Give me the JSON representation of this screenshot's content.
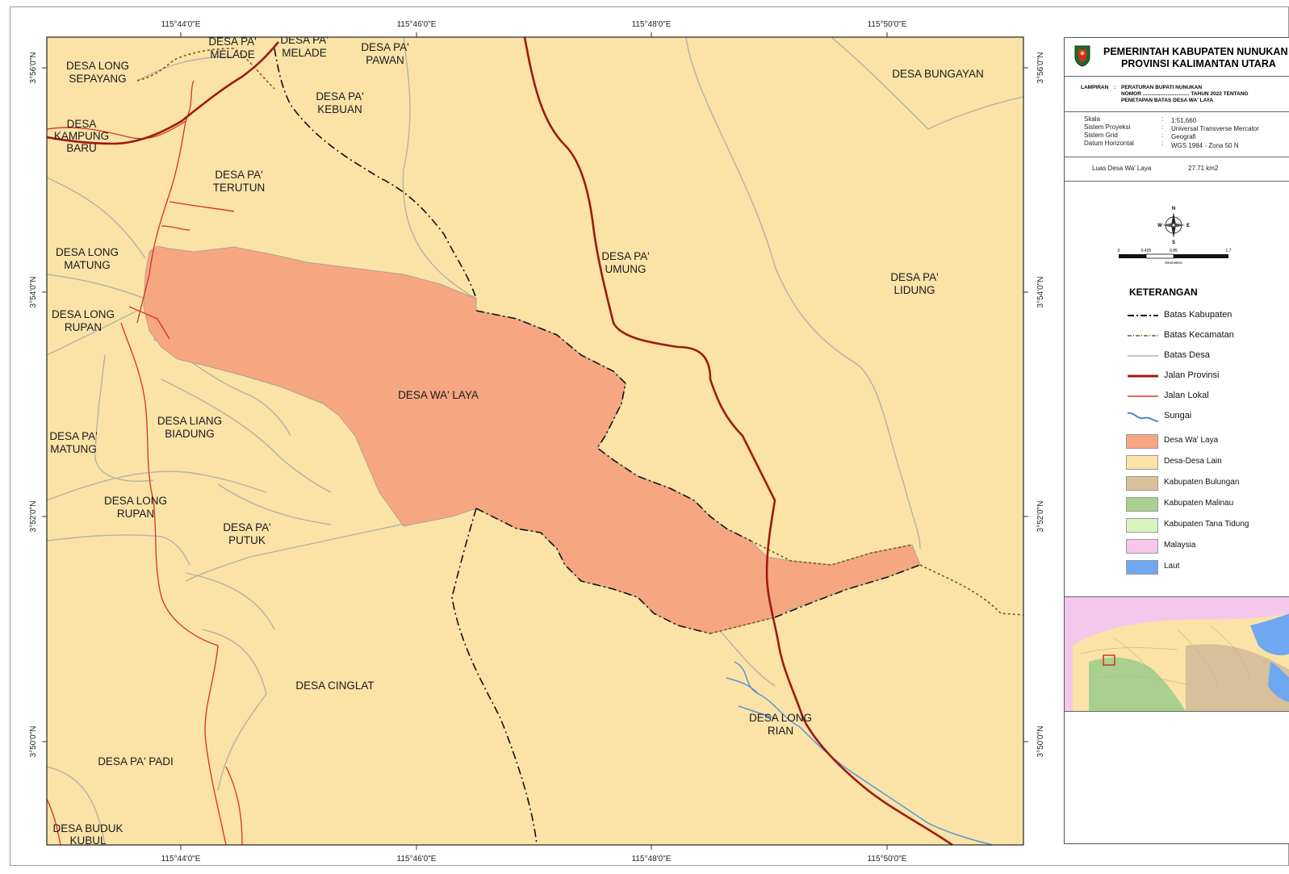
{
  "map": {
    "coords_top": [
      "115°44'0\"E",
      "115°46'0\"E",
      "115°48'0\"E",
      "115°50'0\"E"
    ],
    "coords_bottom": [
      "115°44'0\"E",
      "115°46'0\"E",
      "115°48'0\"E",
      "115°50'0\"E"
    ],
    "coords_left": [
      "3°56'0\"N",
      "3°54'0\"N",
      "3°52'0\"N",
      "3°50'0\"N"
    ],
    "coords_right": [
      "3°56'0\"N",
      "3°54'0\"N",
      "3°52'0\"N",
      "3°50'0\"N"
    ],
    "village_labels": [
      [
        "DESA LONG",
        "SEPAYANG"
      ],
      [
        "DESA PA'",
        "MELADE"
      ],
      [
        "DESA PA'",
        "MELADE"
      ],
      [
        "DESA PA'",
        "PAWAN"
      ],
      [
        "DESA PA'",
        "KEBUAN"
      ],
      [
        "DESA BUNGAYAN"
      ],
      [
        "DESA",
        "KAMPUNG",
        "BARU"
      ],
      [
        "DESA PA'",
        "TERUTUN"
      ],
      [
        "DESA LONG",
        "MATUNG"
      ],
      [
        "DESA PA'",
        "UMUNG"
      ],
      [
        "DESA PA'",
        "LIDUNG"
      ],
      [
        "DESA LONG",
        "RUPAN"
      ],
      [
        "DESA WA' LAYA"
      ],
      [
        "DESA LIANG",
        "BIADUNG"
      ],
      [
        "DESA PA'",
        "MATUNG"
      ],
      [
        "DESA LONG",
        "RUPAN"
      ],
      [
        "DESA PA'",
        "PUTUK"
      ],
      [
        "DESA CINGLAT"
      ],
      [
        "DESA LONG",
        "RIAN"
      ],
      [
        "DESA PA' PADI"
      ],
      [
        "DESA BUDUK",
        "KUBUL"
      ]
    ]
  },
  "panel": {
    "title_line1": "PEMERINTAH KABUPATEN NUNUKAN",
    "title_line2": "PROVINSI KALIMANTAN UTARA",
    "lampiran_key": "LAMPIRAN",
    "lampiran_sep": ":",
    "lampiran_l1": "PERATURAN BUPATI NUNUKAN",
    "lampiran_l2": "NOMOR ................................ TAHUN 2022   TENTANG",
    "lampiran_l3": "PENETAPAN BATAS DESA WA' LAYA",
    "info": [
      {
        "key": "Skala",
        "sep": ":",
        "value": "1:51,660"
      },
      {
        "key": "Sistem Proyeksi",
        "sep": ":",
        "value": "Universal Transverse Mercator"
      },
      {
        "key": "Sistem Grid",
        "sep": ":",
        "value": "Geografi"
      },
      {
        "key": "Datum Horizontal",
        "sep": ":",
        "value": "WGS 1984 - Zona 50 N"
      }
    ],
    "luas_label": "Luas Desa   Wa' Laya",
    "luas_value": "27.71 km2",
    "compass": {
      "n": "N",
      "s": "S",
      "e": "E",
      "w": "W"
    },
    "scale_ticks": [
      "0",
      "0.425",
      "0.85",
      "1.7"
    ],
    "scale_unit": "Kilometers",
    "legend_title": "KETERANGAN",
    "legend": [
      {
        "label": "Batas Kabupaten",
        "kind": "line-dashdot",
        "color": "#111111"
      },
      {
        "label": "Batas Kecamatan",
        "kind": "line-dashdot-brown",
        "color": "#7a5a1a"
      },
      {
        "label": "Batas Desa",
        "kind": "line-thin",
        "color": "#b0b0b0"
      },
      {
        "label": "Jalan Provinsi",
        "kind": "line-thick",
        "color": "#9c1a12"
      },
      {
        "label": "Jalan Lokal",
        "kind": "line-red",
        "color": "#e03020"
      },
      {
        "label": "Sungai",
        "kind": "river",
        "color": "#3a7fd0"
      },
      {
        "label": "Desa Wa' Laya",
        "kind": "swatch",
        "color": "#f7a682"
      },
      {
        "label": "Desa-Desa Lain",
        "kind": "swatch",
        "color": "#fbe3a8"
      },
      {
        "label": "Kabupaten Bulungan",
        "kind": "swatch",
        "color": "#d7c09a"
      },
      {
        "label": "Kabupaten Malinau",
        "kind": "swatch",
        "color": "#a9d08e"
      },
      {
        "label": "Kabupaten Tana Tidung",
        "kind": "swatch",
        "color": "#d8f5c0"
      },
      {
        "label": "Malaysia",
        "kind": "swatch",
        "color": "#f7c6e8"
      },
      {
        "label": "Laut",
        "kind": "swatch",
        "color": "#6fa8f0"
      }
    ]
  }
}
